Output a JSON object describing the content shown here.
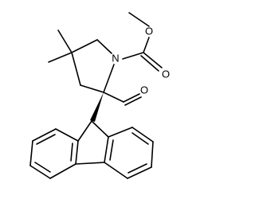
{
  "molecule": {
    "atoms": [
      {
        "id": "O_ether",
        "label": "O"
      },
      {
        "id": "O_carbonyl",
        "label": "O"
      },
      {
        "id": "N_ring",
        "label": "N"
      },
      {
        "id": "O_aldehyde",
        "label": "O"
      }
    ]
  }
}
